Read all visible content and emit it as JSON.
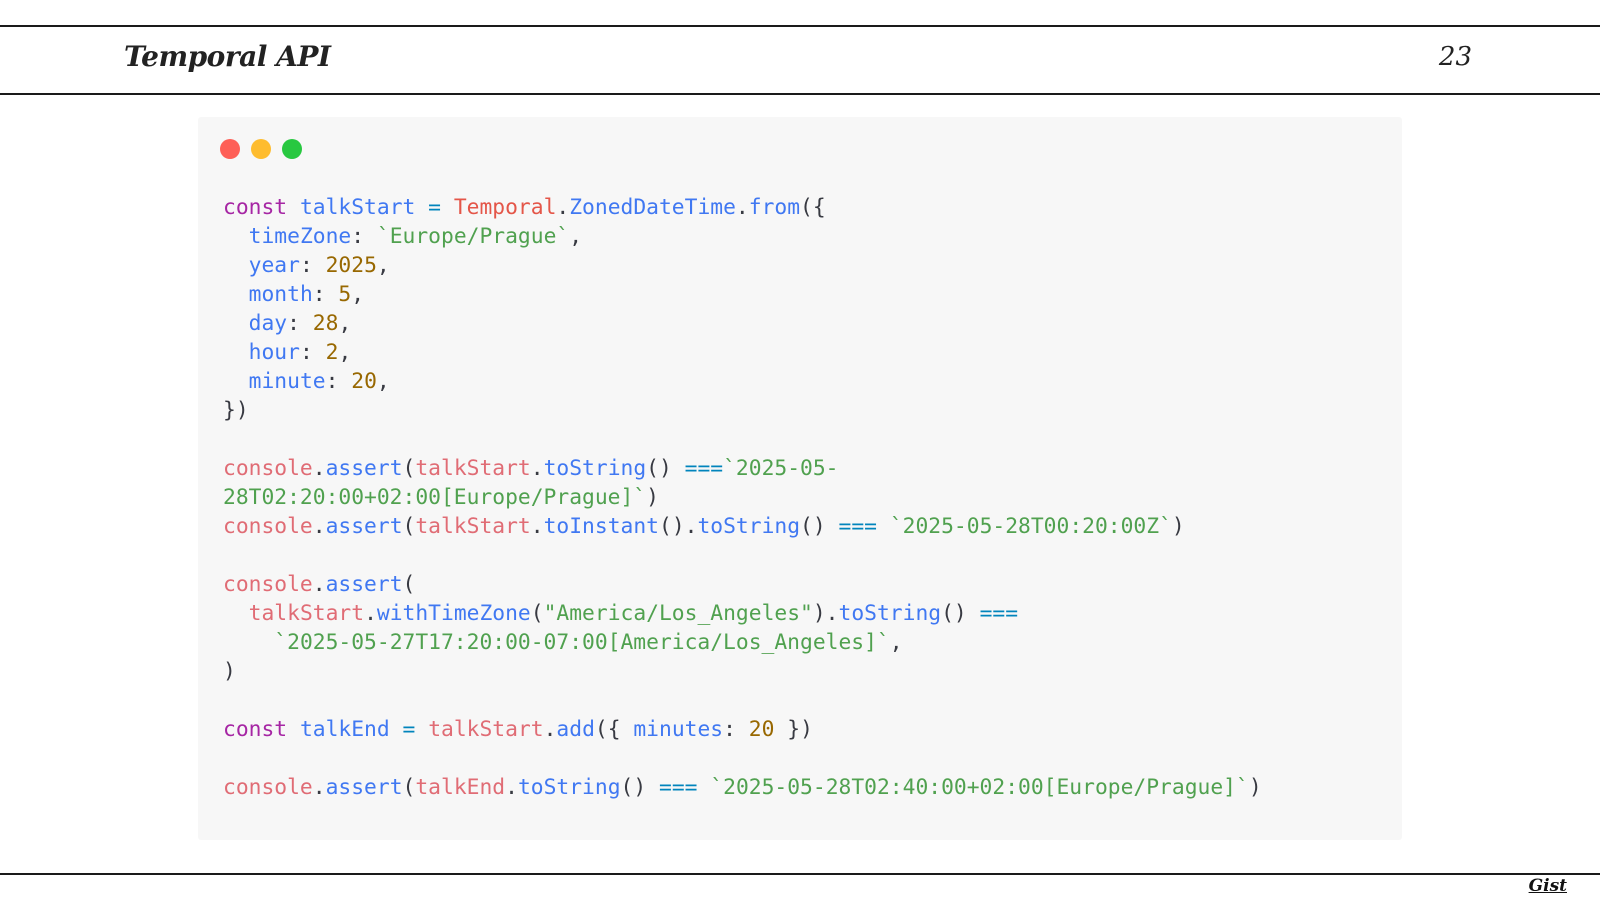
{
  "slide": {
    "title": "Temporal API",
    "number": "23",
    "gist_link": "Gist"
  },
  "code_window": {
    "controls": [
      "close",
      "minimize",
      "maximize"
    ],
    "colors": {
      "close": "#fe5f57",
      "minimize": "#febc2e",
      "maximize": "#28c840"
    },
    "lines": [
      [
        [
          "kw",
          "const"
        ],
        [
          "pun",
          " "
        ],
        [
          "id",
          "talkStart"
        ],
        [
          "pun",
          " "
        ],
        [
          "op",
          "="
        ],
        [
          "pun",
          " "
        ],
        [
          "cls",
          "Temporal"
        ],
        [
          "pun",
          "."
        ],
        [
          "fn",
          "ZonedDateTime"
        ],
        [
          "pun",
          "."
        ],
        [
          "fn",
          "from"
        ],
        [
          "pun",
          "({"
        ]
      ],
      [
        [
          "pun",
          "  "
        ],
        [
          "prop",
          "timeZone"
        ],
        [
          "pun",
          ": "
        ],
        [
          "str",
          "`Europe/Prague`"
        ],
        [
          "pun",
          ","
        ]
      ],
      [
        [
          "pun",
          "  "
        ],
        [
          "prop",
          "year"
        ],
        [
          "pun",
          ": "
        ],
        [
          "num",
          "2025"
        ],
        [
          "pun",
          ","
        ]
      ],
      [
        [
          "pun",
          "  "
        ],
        [
          "prop",
          "month"
        ],
        [
          "pun",
          ": "
        ],
        [
          "num",
          "5"
        ],
        [
          "pun",
          ","
        ]
      ],
      [
        [
          "pun",
          "  "
        ],
        [
          "prop",
          "day"
        ],
        [
          "pun",
          ": "
        ],
        [
          "num",
          "28"
        ],
        [
          "pun",
          ","
        ]
      ],
      [
        [
          "pun",
          "  "
        ],
        [
          "prop",
          "hour"
        ],
        [
          "pun",
          ": "
        ],
        [
          "num",
          "2"
        ],
        [
          "pun",
          ","
        ]
      ],
      [
        [
          "pun",
          "  "
        ],
        [
          "prop",
          "minute"
        ],
        [
          "pun",
          ": "
        ],
        [
          "num",
          "20"
        ],
        [
          "pun",
          ","
        ]
      ],
      [
        [
          "pun",
          "})"
        ]
      ],
      [],
      [
        [
          "obj",
          "console"
        ],
        [
          "pun",
          "."
        ],
        [
          "fn",
          "assert"
        ],
        [
          "pun",
          "("
        ],
        [
          "obj",
          "talkStart"
        ],
        [
          "pun",
          "."
        ],
        [
          "fn",
          "toString"
        ],
        [
          "pun",
          "() "
        ],
        [
          "eq",
          "==="
        ],
        [
          "str",
          "`2025-05-"
        ]
      ],
      [
        [
          "str",
          "28T02:20:00+02:00[Europe/Prague]`"
        ],
        [
          "pun",
          ")"
        ]
      ],
      [
        [
          "obj",
          "console"
        ],
        [
          "pun",
          "."
        ],
        [
          "fn",
          "assert"
        ],
        [
          "pun",
          "("
        ],
        [
          "obj",
          "talkStart"
        ],
        [
          "pun",
          "."
        ],
        [
          "fn",
          "toInstant"
        ],
        [
          "pun",
          "()."
        ],
        [
          "fn",
          "toString"
        ],
        [
          "pun",
          "() "
        ],
        [
          "eq",
          "==="
        ],
        [
          "pun",
          " "
        ],
        [
          "str",
          "`2025-05-28T00:20:00Z`"
        ],
        [
          "pun",
          ")"
        ]
      ],
      [],
      [
        [
          "obj",
          "console"
        ],
        [
          "pun",
          "."
        ],
        [
          "fn",
          "assert"
        ],
        [
          "pun",
          "("
        ]
      ],
      [
        [
          "pun",
          "  "
        ],
        [
          "obj",
          "talkStart"
        ],
        [
          "pun",
          "."
        ],
        [
          "fn",
          "withTimeZone"
        ],
        [
          "pun",
          "("
        ],
        [
          "str",
          "\"America/Los_Angeles\""
        ],
        [
          "pun",
          ")."
        ],
        [
          "fn",
          "toString"
        ],
        [
          "pun",
          "() "
        ],
        [
          "eq",
          "==="
        ]
      ],
      [
        [
          "pun",
          "    "
        ],
        [
          "str",
          "`2025-05-27T17:20:00-07:00[America/Los_Angeles]`"
        ],
        [
          "pun",
          ","
        ]
      ],
      [
        [
          "pun",
          ")"
        ]
      ],
      [],
      [
        [
          "kw",
          "const"
        ],
        [
          "pun",
          " "
        ],
        [
          "id",
          "talkEnd"
        ],
        [
          "pun",
          " "
        ],
        [
          "op",
          "="
        ],
        [
          "pun",
          " "
        ],
        [
          "obj",
          "talkStart"
        ],
        [
          "pun",
          "."
        ],
        [
          "fn",
          "add"
        ],
        [
          "pun",
          "({ "
        ],
        [
          "prop",
          "minutes"
        ],
        [
          "pun",
          ": "
        ],
        [
          "num",
          "20"
        ],
        [
          "pun",
          " })"
        ]
      ],
      [],
      [
        [
          "obj",
          "console"
        ],
        [
          "pun",
          "."
        ],
        [
          "fn",
          "assert"
        ],
        [
          "pun",
          "("
        ],
        [
          "obj",
          "talkEnd"
        ],
        [
          "pun",
          "."
        ],
        [
          "fn",
          "toString"
        ],
        [
          "pun",
          "() "
        ],
        [
          "eq",
          "==="
        ],
        [
          "pun",
          " "
        ],
        [
          "str",
          "`2025-05-28T02:40:00+02:00[Europe/Prague]`"
        ],
        [
          "pun",
          ")"
        ]
      ]
    ]
  }
}
